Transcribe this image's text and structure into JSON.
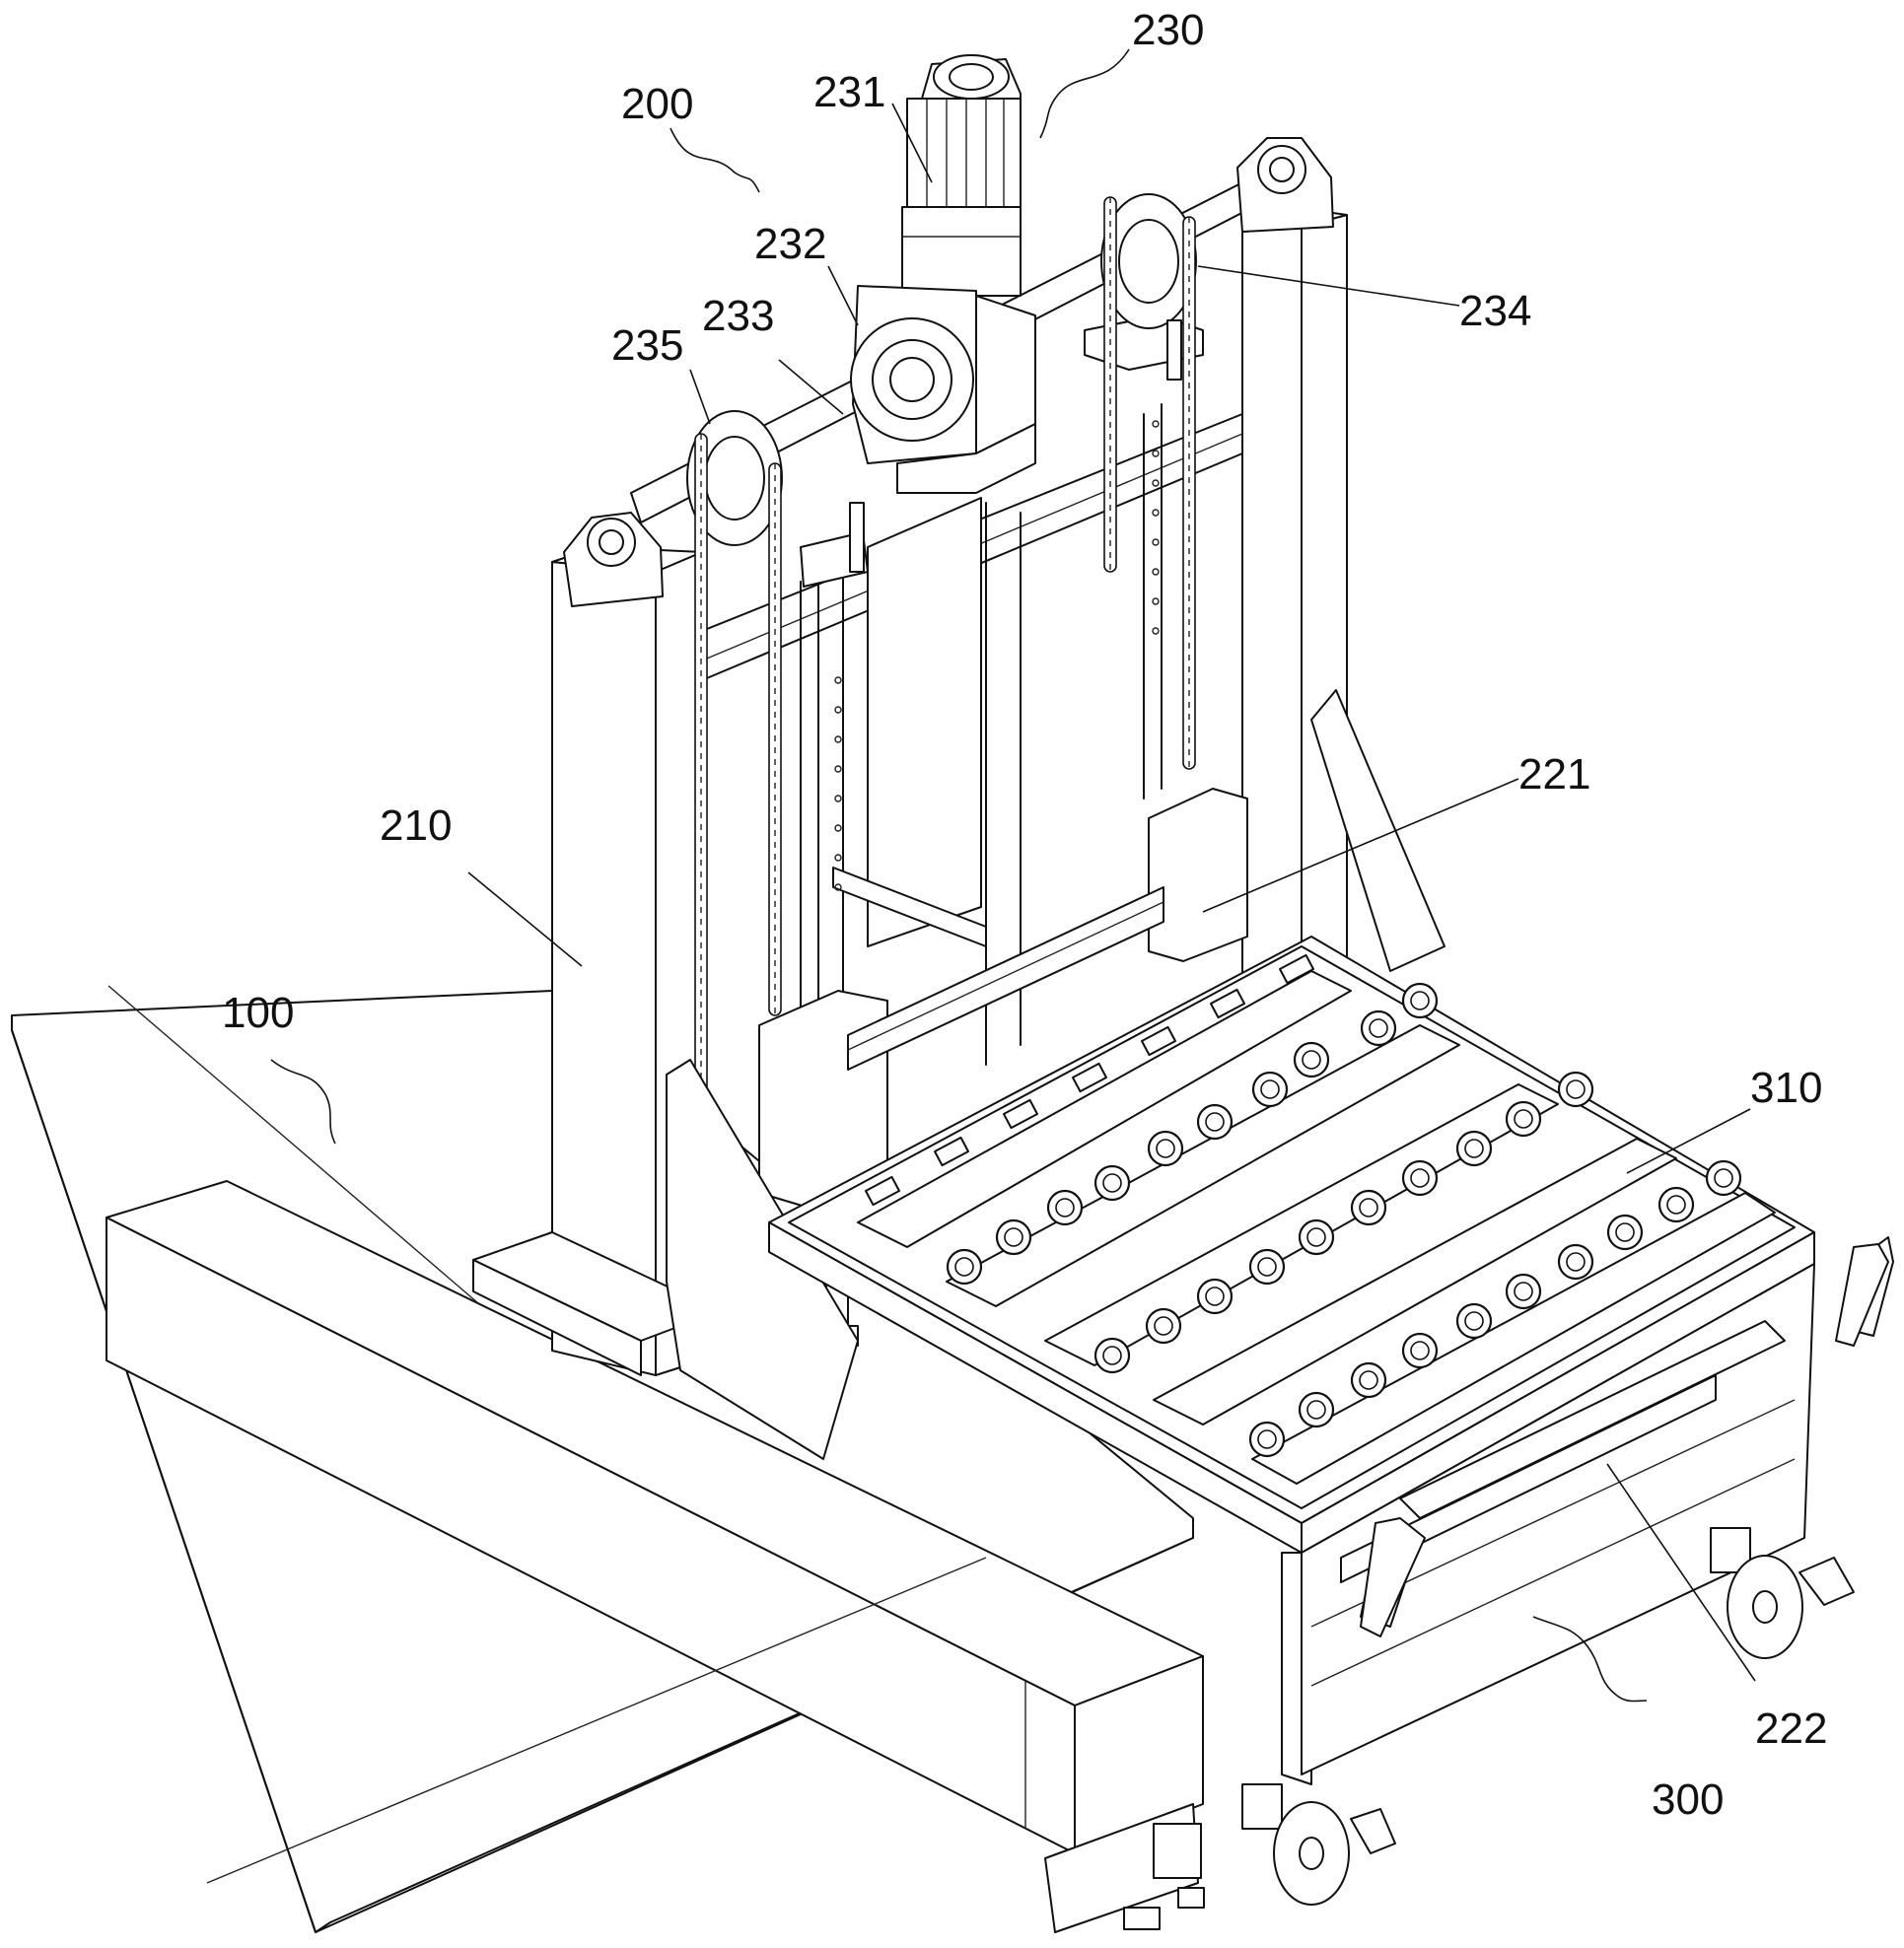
{
  "labels": {
    "l100": "100",
    "l200": "200",
    "l210": "210",
    "l221": "221",
    "l222": "222",
    "l230": "230",
    "l231": "231",
    "l232": "232",
    "l233": "233",
    "l234": "234",
    "l235": "235",
    "l300": "300",
    "l310": "310"
  }
}
